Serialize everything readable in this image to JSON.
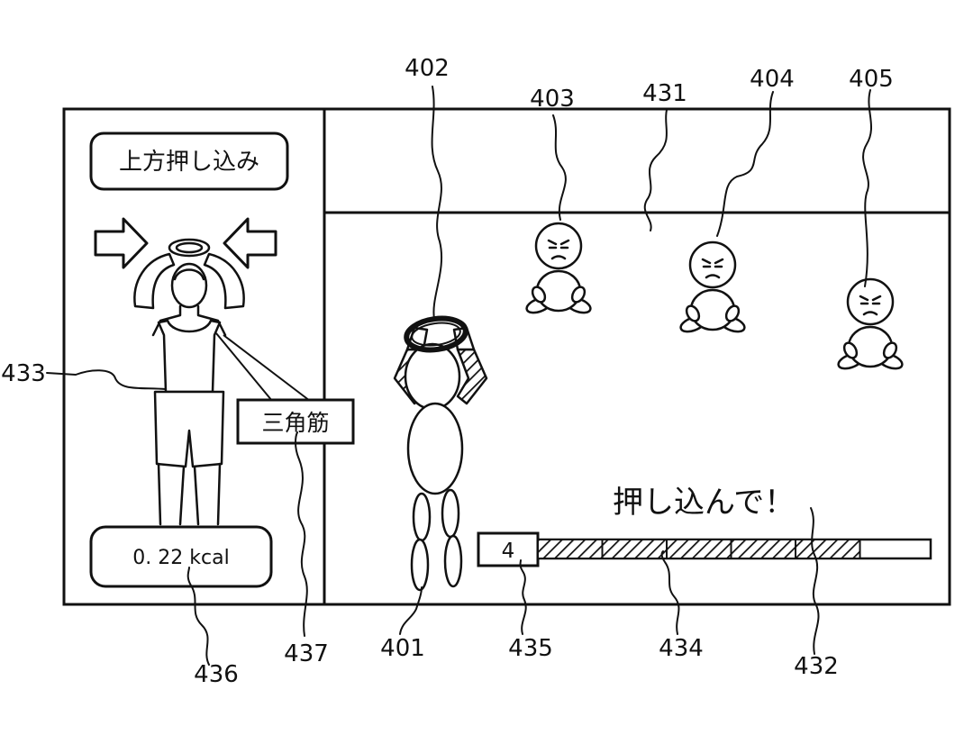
{
  "exercise_name": "上方押し込み",
  "muscle_label": "三角筋",
  "calories": "0. 22 kcal",
  "prompt_text": "押し込んで！",
  "counter_value": "4",
  "gauge_fill_fraction": 0.82,
  "gauge_segments": 5,
  "reference_labels": {
    "r401": "401",
    "r402": "402",
    "r403": "403",
    "r404": "404",
    "r405": "405",
    "r431": "431",
    "r432": "432",
    "r433": "433",
    "r434": "434",
    "r435": "435",
    "r436": "436",
    "r437": "437"
  }
}
